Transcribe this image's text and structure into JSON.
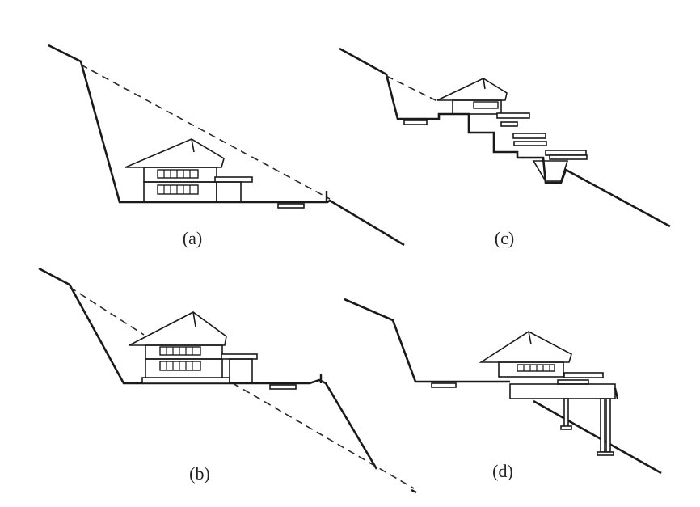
{
  "panels": [
    {
      "id": "a",
      "label": "(a)"
    },
    {
      "id": "b",
      "label": "(b)"
    },
    {
      "id": "c",
      "label": "(c)"
    },
    {
      "id": "d",
      "label": "(d)"
    }
  ]
}
